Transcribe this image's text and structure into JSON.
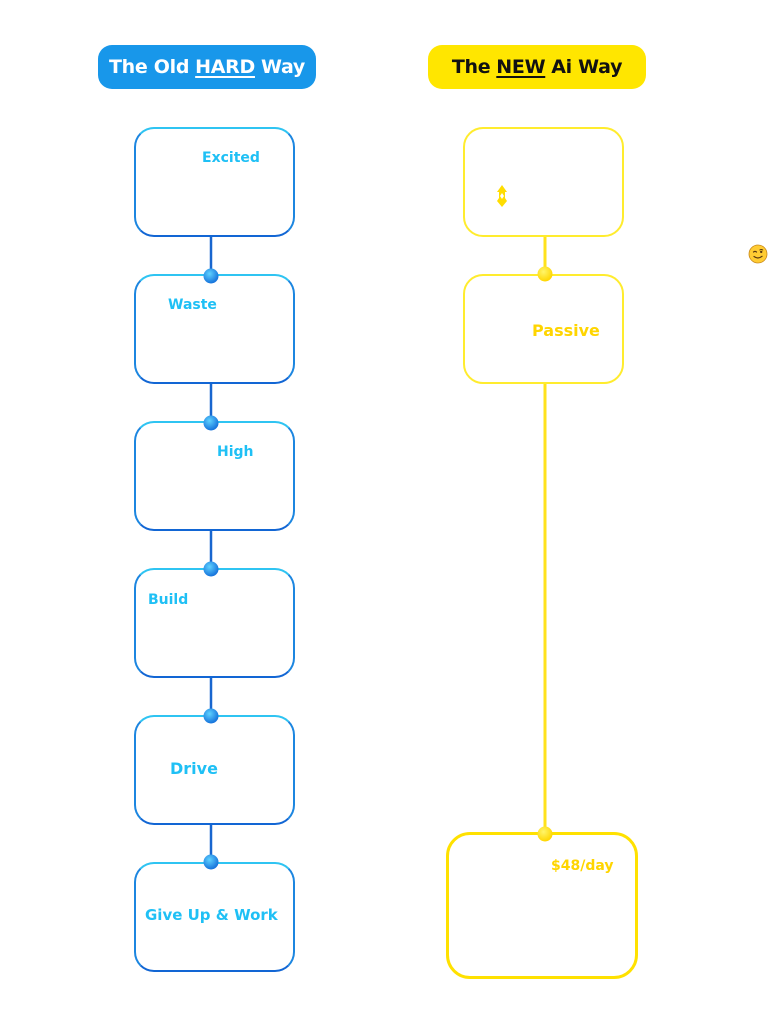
{
  "old_way": {
    "header": {
      "prefix": "The Old",
      "emphasis": "HARD",
      "suffix": "Way"
    },
    "steps": [
      {
        "label": "Excited"
      },
      {
        "label": "Waste"
      },
      {
        "label": "High"
      },
      {
        "label": "Build"
      },
      {
        "label": "Drive"
      },
      {
        "label": "Give Up & Work"
      }
    ]
  },
  "new_way": {
    "header": {
      "prefix": "The",
      "emphasis": "NEW",
      "suffix": "Ai Way"
    },
    "steps": [
      {
        "label": "",
        "icon": "rocket-icon"
      },
      {
        "label": "Passive"
      },
      {
        "label": "$48/day"
      }
    ]
  },
  "decoration": {
    "icon": "winking-face-icon"
  },
  "colors": {
    "old_accent": "#1897ea",
    "old_text": "#1fc0f5",
    "old_node": "#1c8ce8",
    "new_accent": "#ffe600",
    "new_text": "#ffd500"
  }
}
